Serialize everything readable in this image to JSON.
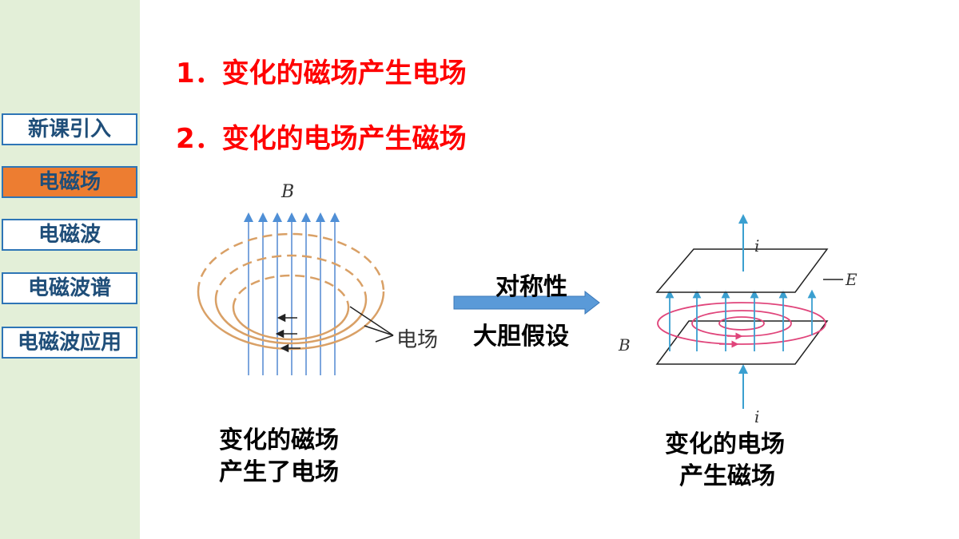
{
  "sidebar": {
    "items": [
      {
        "label": "新课引入",
        "active": false
      },
      {
        "label": "电磁场",
        "active": true
      },
      {
        "label": "电磁波",
        "active": false
      },
      {
        "label": "电磁波谱",
        "active": false
      },
      {
        "label": "电磁波应用",
        "active": false
      }
    ]
  },
  "headings": {
    "line1": "1．变化的磁场产生电场",
    "line2": "2．变化的电场产生磁场"
  },
  "left_diagram": {
    "b_label": "B",
    "field_label": "电场",
    "caption_line1": "变化的磁场",
    "caption_line2": "产生了电场"
  },
  "arrow": {
    "top_label": "对称性",
    "bottom_label": "大胆假设"
  },
  "right_diagram": {
    "i_top": "i",
    "i_bottom": "i",
    "e_label": "E",
    "b_label": "B",
    "caption_line1": "变化的电场",
    "caption_line2": "产生磁场"
  },
  "colors": {
    "sidebar_bg": "#e3efd8",
    "nav_border": "#2e75b6",
    "nav_active": "#ed7d31",
    "heading_red": "#ff0000",
    "field_blue": "#4f8fd6",
    "ring_orange": "#d9a066",
    "magnetic_pink": "#e0457b",
    "arrow_blue": "#4a90d9"
  }
}
